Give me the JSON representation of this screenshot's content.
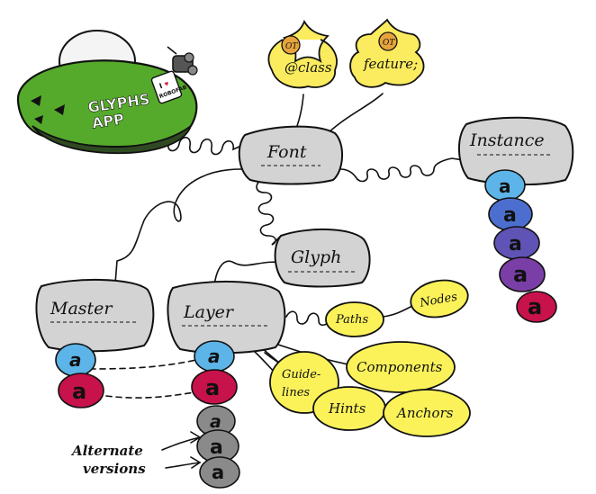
{
  "diagram": {
    "nodes": {
      "font": "Font",
      "instance": "Instance",
      "glyph": "Glyph",
      "master": "Master",
      "layer": "Layer",
      "paths": "Paths",
      "nodes": "Nodes",
      "guidelines_line1": "Guide-",
      "guidelines_line2": "lines",
      "components": "Components",
      "hints": "Hints",
      "anchors": "Anchors",
      "class": "@class",
      "feature": "feature;",
      "ot_badge": "OT"
    },
    "spaceship": {
      "line1": "GLYPHS",
      "line2": "APP",
      "sticker_line1": "I",
      "sticker_line2": "ROBOFAB"
    },
    "glyph_letter": "a",
    "annotation": {
      "line1": "Alternate",
      "line2": "versions"
    },
    "colors": {
      "node_gray": "#d3d3d3",
      "node_yellow": "#fbf25a",
      "star_yellow": "#fbeb5f",
      "badge_orange": "#e6a43c",
      "a_light_blue": "#5db4e8",
      "a_crimson": "#c8124c",
      "a_gray": "#8a8a8a",
      "a_blue": "#4c6fcf",
      "a_indigo": "#5f53b5",
      "a_purple": "#7a3fa6",
      "ship_green": "#55aa2b",
      "ship_dark": "#333333"
    }
  }
}
